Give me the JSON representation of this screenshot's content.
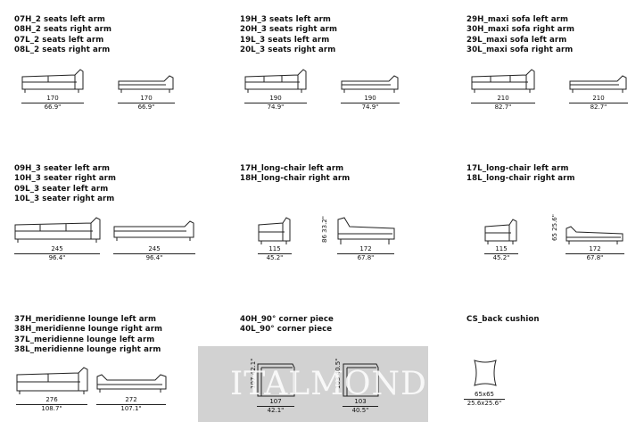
{
  "groups": [
    {
      "labels": [
        "07H_2 seats left arm",
        "08H_2 seats right arm",
        "07L_2 seats left arm",
        "08L_2 seats right arm"
      ],
      "items": [
        {
          "cm": "170",
          "in": "66.9\""
        },
        {
          "cm": "170",
          "in": "66.9\""
        }
      ]
    },
    {
      "labels": [
        "19H_3 seats left arm",
        "20H_3 seats right arm",
        "19L_3 seats left arm",
        "20L_3 seats right arm"
      ],
      "items": [
        {
          "cm": "190",
          "in": "74.9\""
        },
        {
          "cm": "190",
          "in": "74.9\""
        }
      ]
    },
    {
      "labels": [
        "29H_maxi sofa left arm",
        "30H_maxi sofa right arm",
        "29L_maxi sofa left arm",
        "30L_maxi sofa right arm"
      ],
      "items": [
        {
          "cm": "210",
          "in": "82.7\""
        },
        {
          "cm": "210",
          "in": "82.7\""
        }
      ]
    },
    {
      "labels": [
        "09H_3 seater left arm",
        "10H_3 seater right arm",
        "09L_3 seater left arm",
        "10L_3 seater right arm"
      ],
      "items": [
        {
          "cm": "245",
          "in": "96.4\""
        },
        {
          "cm": "245",
          "in": "96.4\""
        }
      ]
    },
    {
      "labels": [
        "17H_long-chair left arm",
        "18H_long-chair right arm"
      ],
      "items": [
        {
          "cm": "115",
          "in": "45.2\""
        },
        {
          "cm": "172",
          "in": "67.8\""
        }
      ],
      "depth": {
        "cm": "86",
        "in": "33.2\""
      }
    },
    {
      "labels": [
        "17L_long-chair left arm",
        "18L_long-chair right arm"
      ],
      "items": [
        {
          "cm": "115",
          "in": "45.2\""
        },
        {
          "cm": "172",
          "in": "67.8\""
        }
      ],
      "depth": {
        "cm": "65",
        "in": "25.6\""
      }
    },
    {
      "labels": [
        "37H_meridienne lounge left arm",
        "38H_meridienne lounge right arm",
        "37L_meridienne lounge left arm",
        "38L_meridienne lounge right arm"
      ],
      "items": [
        {
          "cm": "276",
          "in": "108.7\""
        },
        {
          "cm": "272",
          "in": "107.1\""
        }
      ]
    },
    {
      "labels": [
        "40H_90° corner piece",
        "40L_90° corner piece"
      ],
      "items": [
        {
          "cm": "107",
          "in": "42.1\""
        },
        {
          "cm": "103",
          "in": "40.5\""
        }
      ],
      "depths": [
        {
          "cm": "107",
          "in": "42.1\""
        },
        {
          "cm": "103",
          "in": "40.5\""
        }
      ]
    },
    {
      "labels": [
        "CS_back cushion"
      ],
      "items": [
        {
          "cm": "65x65",
          "in": "25.6x25.6\""
        }
      ]
    }
  ],
  "watermark": "ITALMOND"
}
